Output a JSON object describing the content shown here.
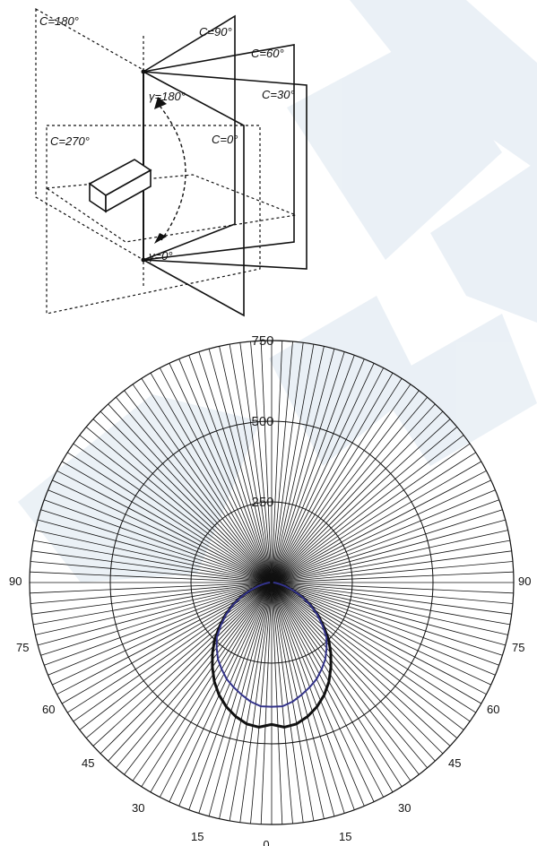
{
  "diagram": {
    "labels": {
      "c180": "C=180°",
      "c90": "C=90°",
      "c60": "C=60°",
      "c30": "C=30°",
      "c270": "C=270°",
      "c0": "C=0°",
      "g180": "γ=180°",
      "g0": "γ=0°"
    }
  },
  "chart_data": {
    "type": "polar",
    "radial_ticks": [
      "250",
      "500",
      "750"
    ],
    "radial_max": 750,
    "radial_unit_circles": [
      250,
      500,
      750
    ],
    "angle_labels": {
      "left": [
        "90",
        "75",
        "60",
        "45",
        "30",
        "15"
      ],
      "bottom": "0",
      "right": [
        "15",
        "30",
        "45",
        "60",
        "75",
        "90"
      ]
    },
    "series": [
      {
        "color": "#111111",
        "angles": [
          0,
          5,
          10,
          15,
          20,
          25,
          30,
          35,
          40,
          45,
          50,
          55,
          60,
          65,
          70,
          75,
          80,
          85,
          90
        ],
        "values": [
          440,
          450,
          445,
          430,
          410,
          385,
          355,
          320,
          285,
          250,
          210,
          175,
          140,
          105,
          70,
          45,
          25,
          12,
          5
        ]
      },
      {
        "color": "#33338a",
        "angles": [
          0,
          5,
          10,
          15,
          20,
          25,
          30,
          35,
          40,
          45,
          50,
          55,
          60,
          65,
          70,
          75,
          80,
          85,
          90
        ],
        "values": [
          385,
          385,
          375,
          360,
          345,
          330,
          310,
          290,
          265,
          240,
          205,
          172,
          138,
          102,
          70,
          44,
          24,
          12,
          5
        ]
      }
    ]
  }
}
